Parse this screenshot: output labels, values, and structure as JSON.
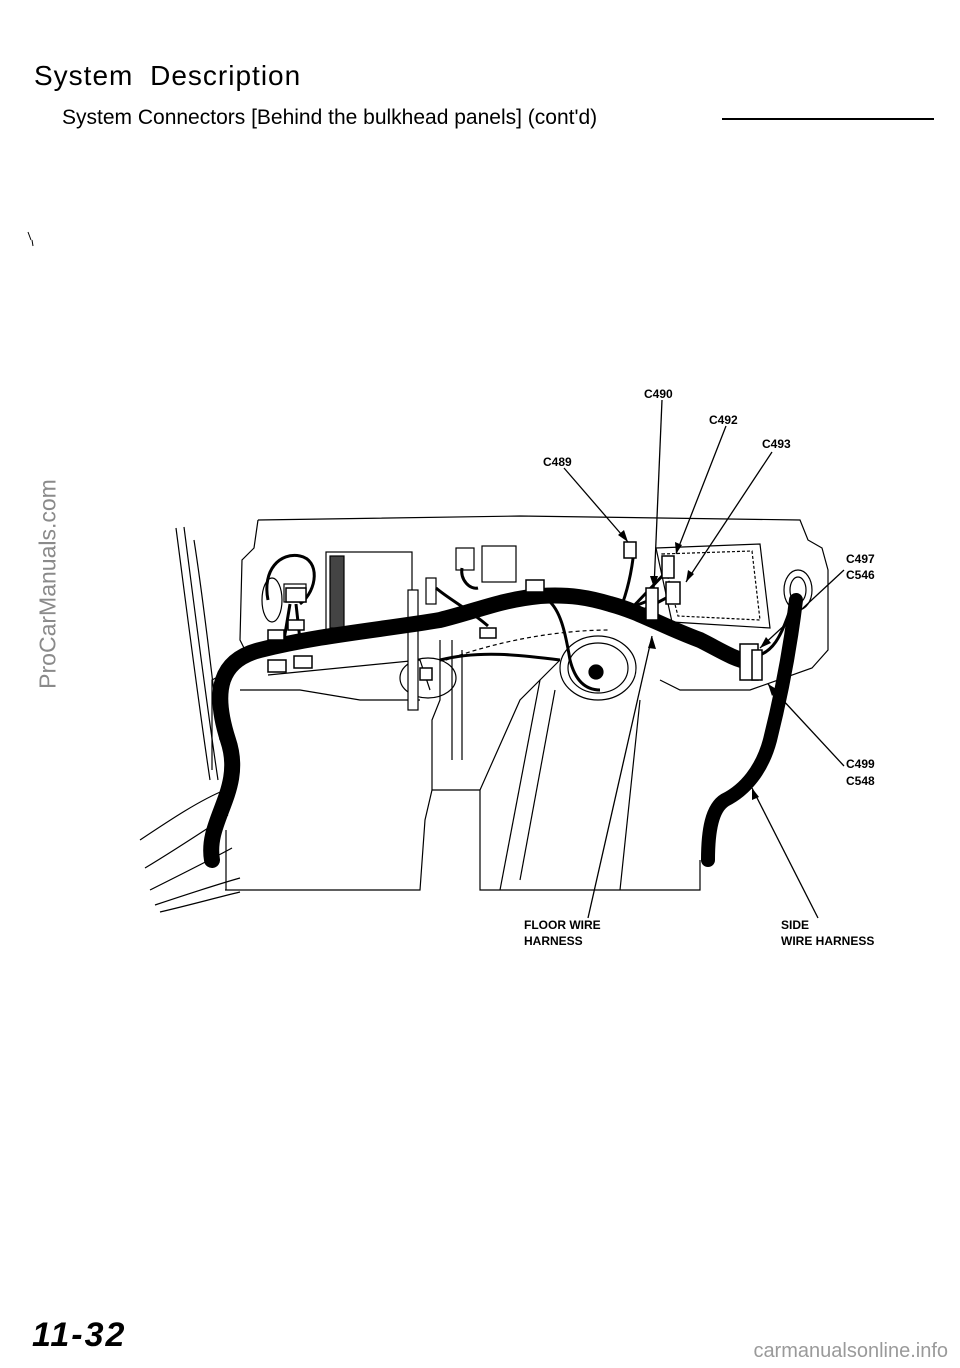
{
  "header": {
    "title": "System  Description",
    "subtitle": "System Connectors [Behind the bulkhead panels] (cont'd)"
  },
  "watermarks": {
    "side": "ProCarManuals.com",
    "bottom": "carmanualsonline.info"
  },
  "footer": {
    "page_number": "11-32"
  },
  "diagram": {
    "labels": {
      "c490": "C490",
      "c492": "C492",
      "c493": "C493",
      "c489": "C489",
      "c497": "C497",
      "c546": "C546",
      "c499": "C499",
      "c548": "C548",
      "floor_line1": "FLOOR WIRE",
      "floor_line2": "HARNESS",
      "side_line1": "SIDE",
      "side_line2": "WIRE HARNESS"
    }
  }
}
